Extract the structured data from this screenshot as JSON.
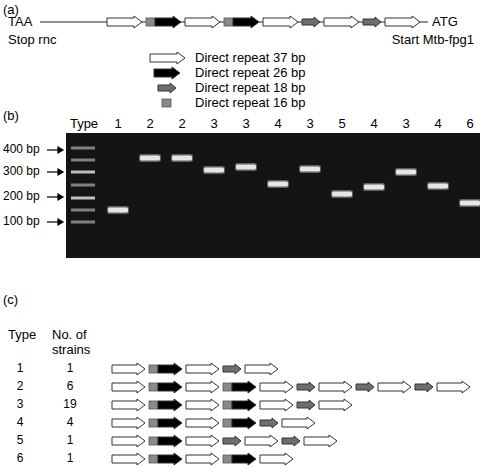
{
  "diagram": {
    "labels": [
      "(a)",
      "TAA",
      "Stop rnc",
      "ATG",
      "Start Mtb-fpg1",
      "(b)",
      "Type",
      "1",
      "2",
      "2",
      "3",
      "3",
      "4",
      "3",
      "5",
      "4",
      "3",
      "4",
      "6",
      "400 bp",
      "300 bp",
      "200 bp",
      "100 bp",
      "(c)",
      "Type",
      "No. of strains",
      "1",
      "1",
      "2",
      "6",
      "3",
      "19",
      "4",
      "4",
      "5",
      "1",
      "6",
      "1"
    ],
    "legend": [
      {
        "text": "Direct repeat 37 bp"
      },
      {
        "text": "Direct repeat 26 bp"
      },
      {
        "text": "Direct repeat 18 bp"
      },
      {
        "text": "Direct repeat 16 bp"
      }
    ]
  }
}
